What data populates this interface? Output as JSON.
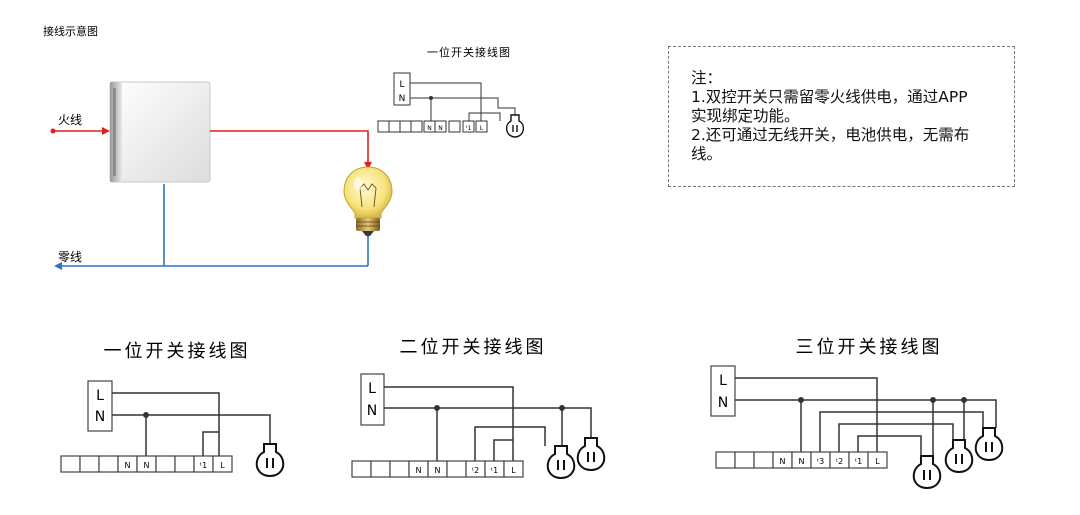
{
  "top_diagram": {
    "title": "接线示意图",
    "live_label": "火线",
    "neutral_label": "零线",
    "live_color": "#e0201b",
    "neutral_color": "#2f74c0"
  },
  "small_single_diagram": {
    "title": "一位开关接线图",
    "input_labels": [
      "L",
      "N"
    ],
    "terminal_labels": [
      "",
      "",
      "N",
      "N",
      "",
      "ᵗ1",
      "L"
    ]
  },
  "note": {
    "lines": [
      "注：",
      "1.双控开关只需留零火线供电，通过APP",
      "实现绑定功能。",
      "2.还可通过无线开关，电池供电，无需布",
      "线。"
    ]
  },
  "wiring_diagrams": [
    {
      "title": "一位开关接线图",
      "input_labels": [
        "L",
        "N"
      ],
      "terminal_labels": [
        "",
        "",
        "",
        "N",
        "N",
        "",
        "ᵗ1",
        "L"
      ]
    },
    {
      "title": "二位开关接线图",
      "input_labels": [
        "L",
        "N"
      ],
      "terminal_labels": [
        "",
        "",
        "",
        "N",
        "N",
        "",
        "ᵗ2",
        "ᵗ1",
        "L"
      ]
    },
    {
      "title": "三位开关接线图",
      "input_labels": [
        "L",
        "N"
      ],
      "terminal_labels": [
        "",
        "",
        "",
        "N",
        "N",
        "ᵗ3",
        "ᵗ2",
        "ᵗ1",
        "L"
      ]
    }
  ]
}
